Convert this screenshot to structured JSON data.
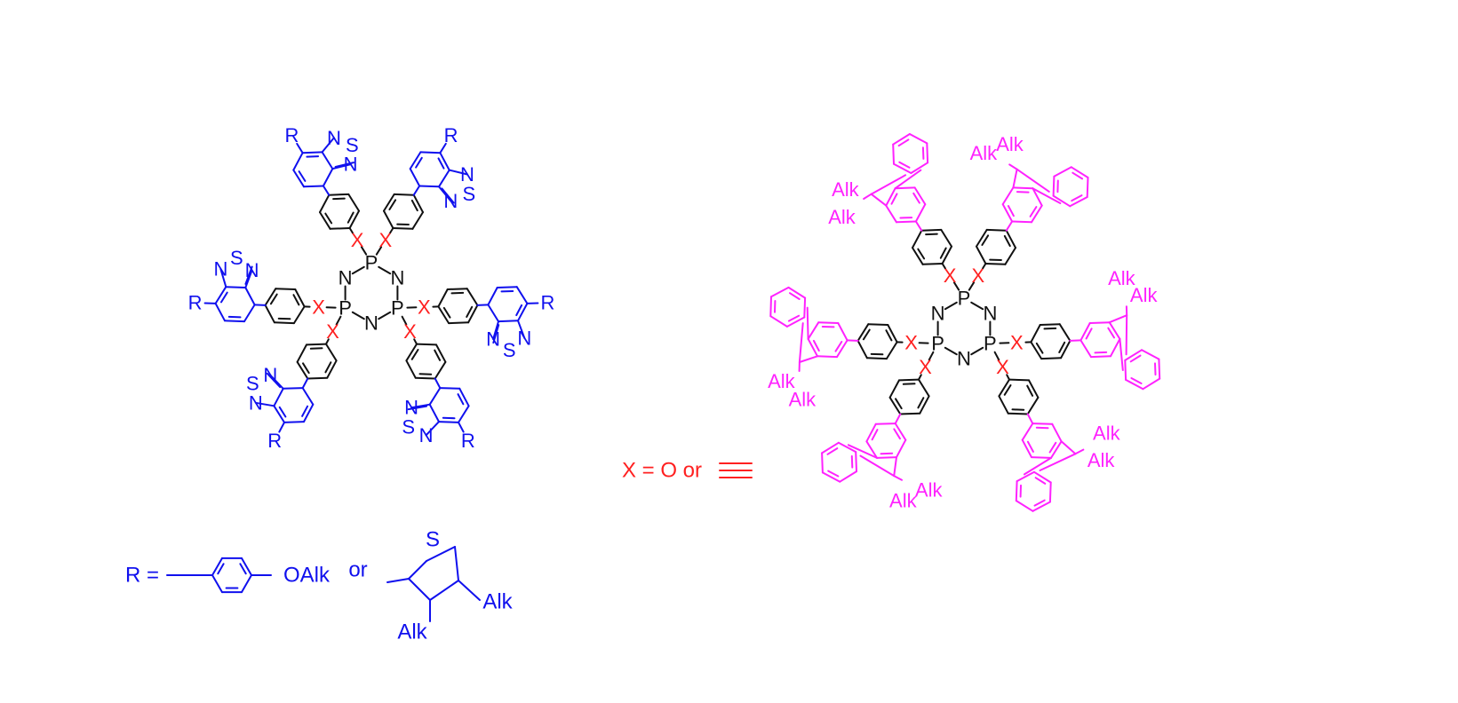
{
  "colors": {
    "core": "#111111",
    "linker": "#ff2020",
    "btd": "#1010ee",
    "fluorene": "#ff22ff"
  },
  "labels": {
    "P": "P",
    "N": "N",
    "S": "S",
    "X": "X",
    "R": "R",
    "Alk": "Alk",
    "r_def": "R =",
    "oalk": "OAlk",
    "or": "or",
    "x_def": "X = O or"
  }
}
